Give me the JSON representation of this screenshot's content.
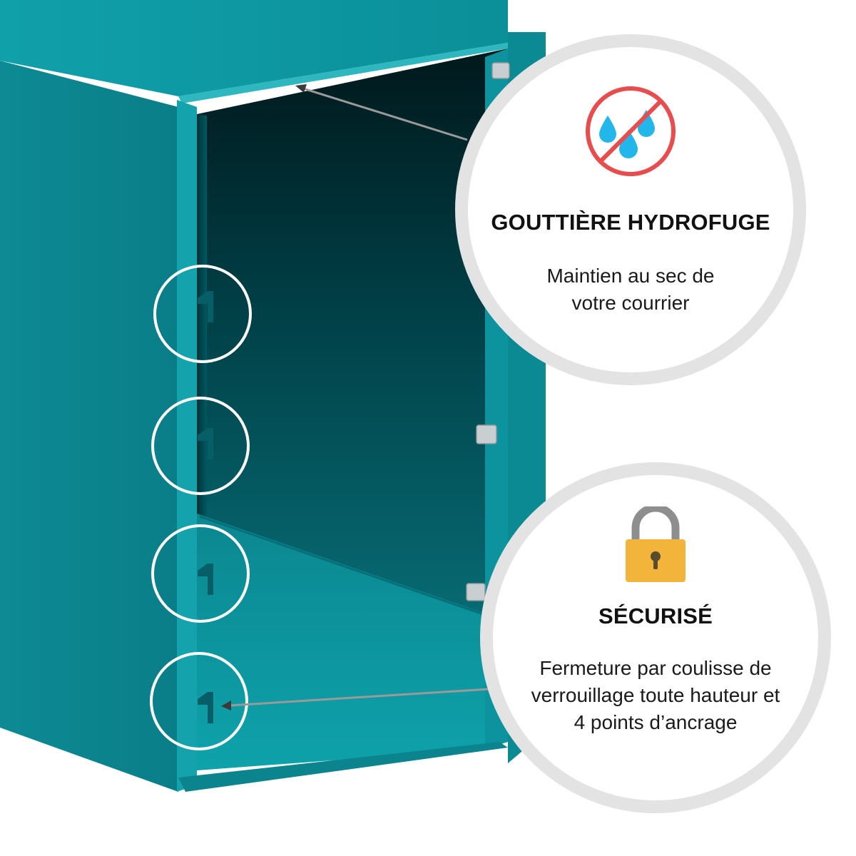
{
  "colors": {
    "box_teal": "#0f8f99",
    "box_dark": "#004c54",
    "callout_border": "#e3e3e3",
    "no_water_red": "#e94c4c",
    "drop_blue": "#22b6ea",
    "lock_gold": "#f2b43a",
    "lock_shackle": "#8e8e8e"
  },
  "callouts": [
    {
      "icon": "no-water-icon",
      "title": "GOUTTIÈRE HYDROFUGE",
      "description": "Maintien au sec de votre courrier"
    },
    {
      "icon": "padlock-icon",
      "title": "SÉCURISÉ",
      "description": "Fermeture par coulisse de verrouillage toute hauteur et 4 points d’ancrage"
    }
  ]
}
